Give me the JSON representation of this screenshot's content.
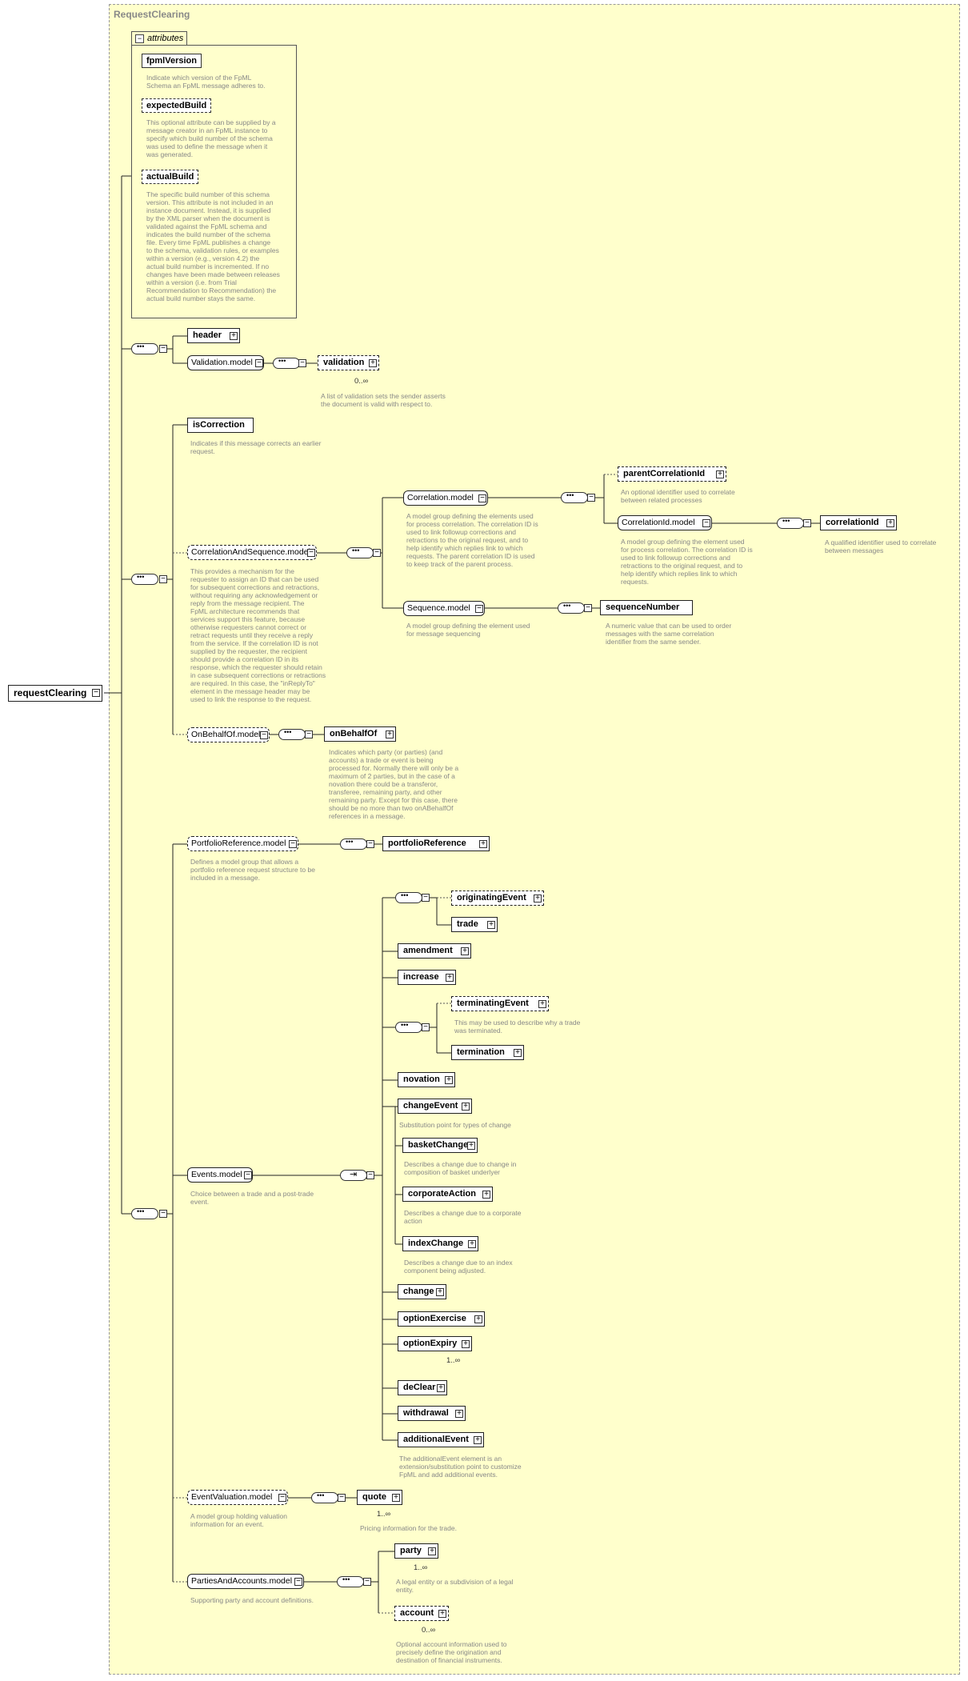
{
  "panel_title": "RequestClearing",
  "attributes": {
    "tab_label": "attributes",
    "items": [
      {
        "name": "fpmlVersion",
        "desc": "Indicate which version of the FpML\nSchema an FpML message adheres to."
      },
      {
        "name": "expectedBuild",
        "desc": "This optional attribute can be supplied by a\nmessage creator in an FpML instance to\nspecify which build number of the schema\nwas used to define the message when it\nwas generated."
      },
      {
        "name": "actualBuild",
        "desc": "The specific build number of this schema\nversion. This attribute is not included in an\ninstance document. Instead, it is supplied\nby the XML parser when the document is\nvalidated against the FpML schema and\nindicates the build number of the schema\nfile. Every time FpML publishes a change\nto the schema, validation rules, or examples\nwithin a version (e.g., version 4.2) the\nactual build number is incremented. If no\nchanges have been made between releases\nwithin a version (i.e. from Trial\nRecommendation to Recommendation) the\nactual build number stays the same."
      }
    ]
  },
  "root": "requestClearing",
  "nodes": {
    "header": "header",
    "validation_model": "Validation.model",
    "validation": "validation",
    "validation_card": "0..∞",
    "validation_desc": "A list of validation sets the sender asserts\nthe document is valid with respect to.",
    "isCorrection": "isCorrection",
    "isCorrection_desc": "Indicates if this message corrects an earlier\nrequest.",
    "cas_model": "CorrelationAndSequence.model",
    "cas_desc": "This provides a mechanism for the\nrequester to assign an ID that can be used\nfor subsequent corrections and retractions,\nwithout requiring any acknowledgement or\nreply from the message recipient. The\nFpML architecture recommends that\nservices support this feature, because\notherwise requesters cannot correct or\nretract requests until they receive a reply\nfrom the service. If the correlation ID is not\nsupplied by the requester, the recipient\nshould provide a correlation ID in its\nresponse, which the requester should retain\nin case subsequent corrections or retractions\nare required. In this case, the \"inReplyTo\"\nelement in the message header may be\nused to link the response to the request.",
    "correlation_model": "Correlation.model",
    "correlation_desc": "A model group defining the elements used\nfor process correlation. The correlation ID is\nused to link followup corrections and\nretractions to the original request, and to\nhelp identify which replies link to which\nrequests. The parent correlation ID is used\nto keep track of the parent process.",
    "parentCorrelationId": "parentCorrelationId",
    "parentCorrelationId_desc": "An optional identifier used to correlate\nbetween related processes",
    "correlationId_model": "CorrelationId.model",
    "correlationId_model_desc": "A model group defining the element used\nfor process correlation. The correlation ID is\nused to link followup corrections and\nretractions to the original request, and to\nhelp identify which replies link to which\nrequests.",
    "correlationId": "correlationId",
    "correlationId_desc": "A qualified identifier used to correlate\nbetween messages",
    "sequence_model": "Sequence.model",
    "sequence_desc": "A model group defining the element used\nfor message sequencing",
    "sequenceNumber": "sequenceNumber",
    "sequenceNumber_desc": "A numeric value that can be used to order\nmessages with the same correlation\nidentifier from the same sender.",
    "obo_model": "OnBehalfOf.model",
    "onBehalfOf": "onBehalfOf",
    "onBehalfOf_desc": "Indicates which party (or parties) (and\naccounts) a trade or event is being\nprocessed for. Normally there will only be a\nmaximum of 2 parties, but in the case of a\nnovation there could be a transferor,\ntransferee, remaining party, and other\nremaining party. Except for this case, there\nshould be no more than two onABehalfOf\nreferences in a message.",
    "portfolio_model": "PortfolioReference.model",
    "portfolio_desc": "Defines a model group that allows a\nportfolio reference request structure to be\nincluded in a message.",
    "portfolioReference": "portfolioReference",
    "events_model": "Events.model",
    "events_desc": "Choice between a trade and a post-trade\nevent.",
    "originatingEvent": "originatingEvent",
    "trade": "trade",
    "amendment": "amendment",
    "increase": "increase",
    "terminatingEvent": "terminatingEvent",
    "terminatingEvent_desc": "This may be used to describe why a trade\nwas terminated.",
    "termination": "termination",
    "novation": "novation",
    "changeEvent": "changeEvent",
    "changeEvent_desc": "Substitution point for types of change",
    "basketChange": "basketChange",
    "basketChange_desc": "Describes a change due to change in\ncomposition of basket underlyer",
    "corporateAction": "corporateAction",
    "corporateAction_desc": "Describes a change due to a corporate\naction",
    "indexChange": "indexChange",
    "indexChange_desc": "Describes a change due to an index\ncomponent being adjusted.",
    "change": "change",
    "optionExercise": "optionExercise",
    "optionExpiry": "optionExpiry",
    "optionExpiry_card": "1..∞",
    "deClear": "deClear",
    "withdrawal": "withdrawal",
    "additionalEvent": "additionalEvent",
    "additionalEvent_desc": "The additionalEvent element is an\nextension/substitution point to customize\nFpML and add additional events.",
    "ev_model": "EventValuation.model",
    "ev_desc": "A model group holding valuation\ninformation for an event.",
    "quote": "quote",
    "quote_card": "1..∞",
    "quote_desc": "Pricing information for the trade.",
    "pa_model": "PartiesAndAccounts.model",
    "pa_desc": "Supporting party and account definitions.",
    "party": "party",
    "party_card": "1..∞",
    "party_desc": "A legal entity or a subdivision of a legal\nentity.",
    "account": "account",
    "account_card": "0..∞",
    "account_desc": "Optional account information used to\nprecisely define the origination and\ndestination of financial instruments."
  }
}
